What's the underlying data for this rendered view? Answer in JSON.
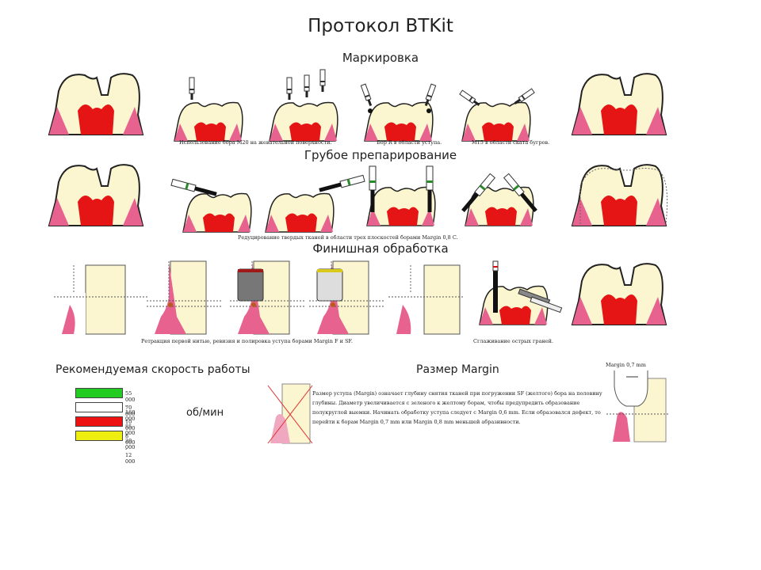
{
  "title": "Протокол BTKit",
  "sections": {
    "marking": "Маркировка",
    "rough": "Грубое препарирование",
    "finish": "Финишная обработка"
  },
  "captions": {
    "m20": "Использование бора M20 на жевательной поверхности.",
    "bor_r": "Бор R в области уступа.",
    "m15": "M15 в области ската бугров.",
    "rough": "Редуцирование твердых тканей в области трех плоскостей борами Margin 0,8 C.",
    "finish": "Ретракция первой нитью, ревизия и полировка уступа борами Margin F и SF.",
    "edges": "Сглаживание острых граней."
  },
  "speed": {
    "title": "Рекомендуемая скорость работы",
    "unit": "об/мин",
    "items": [
      {
        "color": "#22cc22",
        "range": "55 000 - 160 000"
      },
      {
        "color": "#ffffff",
        "range": "70 000 - 85 000"
      },
      {
        "color": "#ee1111",
        "range": "10 000 - 20 000"
      },
      {
        "color": "#eeee11",
        "range": "8 000 - 12 000"
      }
    ]
  },
  "margin": {
    "title": "Размер Margin",
    "label": "Margin 0,7 mm",
    "text": "Размер уступа (Margin) означает глубину снятия тканей при погружении SF (желтого) бора на половину глубины. Диаметр увеличивается с зеленого к желтому борам, чтобы предупредить образование полукруглой выемки. Начинать обработку уступа следует с Margin 0,6 mm. Если образовался дефект, то перейти к борам Margin 0,7 mm или Margin 0,8 mm меньшей абразивности."
  },
  "colors": {
    "dentin": "#fbf6cf",
    "pulp": "#e61515",
    "gum": "#e7628f",
    "outline": "#222222"
  }
}
